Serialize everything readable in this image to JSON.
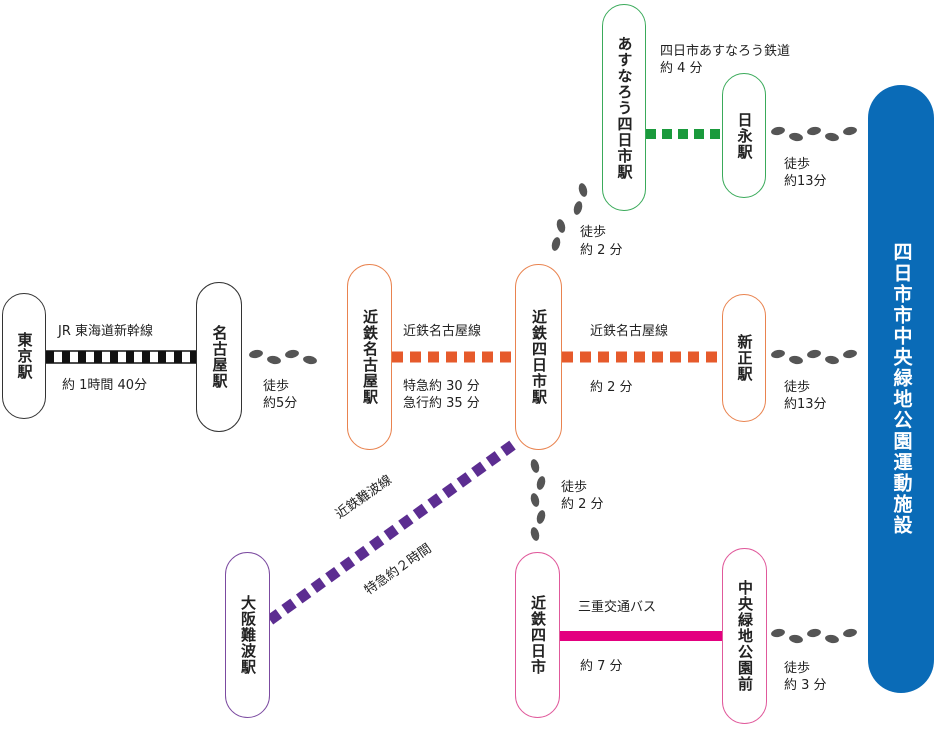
{
  "colors": {
    "shinkansen": "#111111",
    "kintetsu_nagoya": "#e65a2b",
    "kintetsu_namba": "#5c2d91",
    "asunarou": "#1a9a3c",
    "bus": "#e3007f",
    "walk": "#555555",
    "destination": "#0a6bb7",
    "border_black": "#333333",
    "border_orange": "#e9834f",
    "border_purple": "#7b4aa0",
    "border_green": "#3aaa5a",
    "border_pink": "#e0599b"
  },
  "icons": {
    "walk": "footprints-icon"
  },
  "stations": {
    "tokyo": "東京駅",
    "nagoya": "名古屋駅",
    "kintetsu_nagoya": "近鉄名古屋駅",
    "kintetsu_yokkaichi": "近鉄四日市駅",
    "shinsho": "新正駅",
    "asunarou_yokkaichi": "あすなろう四日市駅",
    "hinaga": "日永駅",
    "osaka_namba": "大阪難波駅",
    "kintetsu_yokkaichi_bus": "近鉄四日市",
    "chuo_ryokuchi_koen_mae": "中央緑地公園前"
  },
  "destination": "四日市市中央緑地公園運動施設",
  "routes": {
    "shinkansen_name": "JR 東海道新幹線",
    "shinkansen_time": "約 1時間 40分",
    "walk_nagoya": [
      "徒歩",
      "約5分"
    ],
    "kintetsu_nagoya_line": "近鉄名古屋線",
    "kintetsu_nagoya_time_1": "特急約 30 分",
    "kintetsu_nagoya_time_2": "急行約 35 分",
    "kintetsu_nagoya_line_2": "近鉄名古屋線",
    "kintetsu_nagoya_time_3": "約 2 分",
    "walk_to_asunarou": [
      "徒歩",
      "約 2 分"
    ],
    "asunarou_line": "四日市あすなろう鉄道",
    "asunarou_time": "約 4 分",
    "walk_hinaga": [
      "徒歩",
      "約13分"
    ],
    "walk_shinsho": [
      "徒歩",
      "約13分"
    ],
    "namba_line": "近鉄難波線",
    "namba_time": "特急約２時間",
    "walk_to_bus": [
      "徒歩",
      "約 2 分"
    ],
    "bus_line": "三重交通バス",
    "bus_time": "約 7 分",
    "walk_chuo": [
      "徒歩",
      "約 3 分"
    ]
  }
}
